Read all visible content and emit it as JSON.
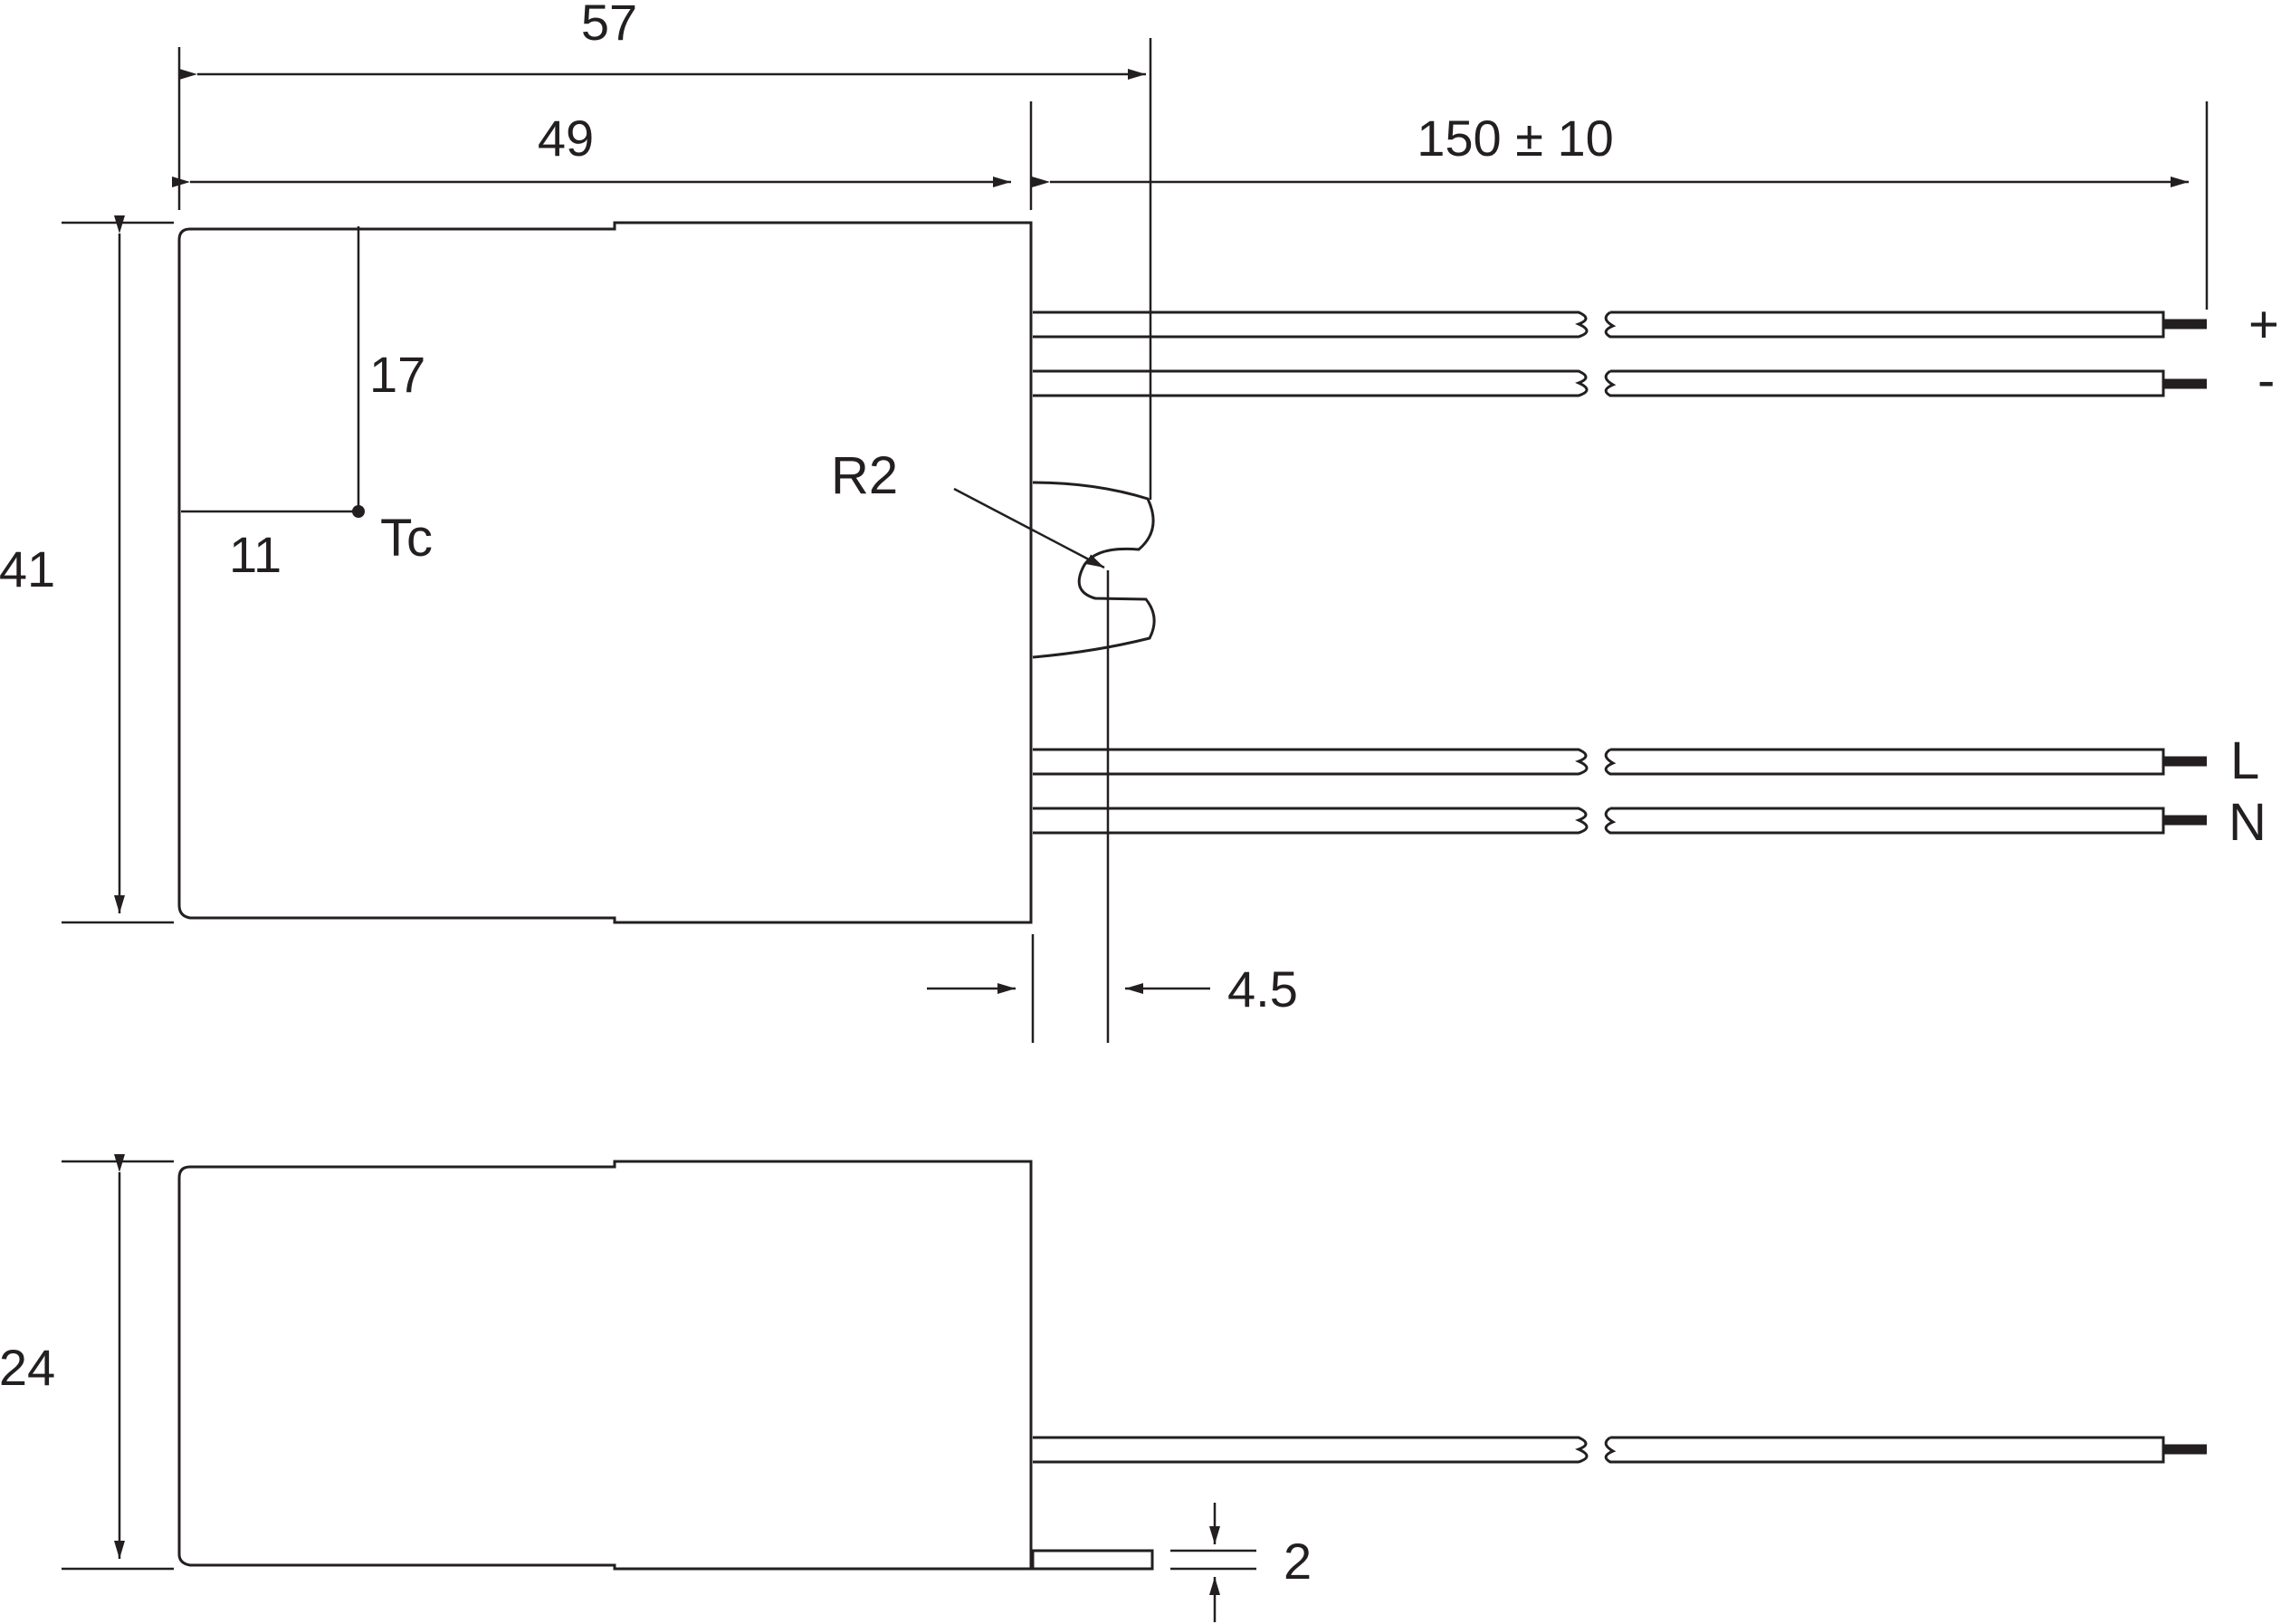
{
  "colors": {
    "ink": "#231f20",
    "background": "#ffffff"
  },
  "dimensions": {
    "overall_length": "57",
    "body_length": "49",
    "cable_length": "150 ± 10",
    "body_width": "41",
    "tc_from_top": "17",
    "tc_from_left": "11",
    "mount_offset": "4.5",
    "body_height": "24",
    "tab_thickness": "2"
  },
  "labels": {
    "tc": "Tc",
    "radius": "R2",
    "wire_plus": "+",
    "wire_minus": "-",
    "wire_live": "L",
    "wire_neutral": "N"
  }
}
